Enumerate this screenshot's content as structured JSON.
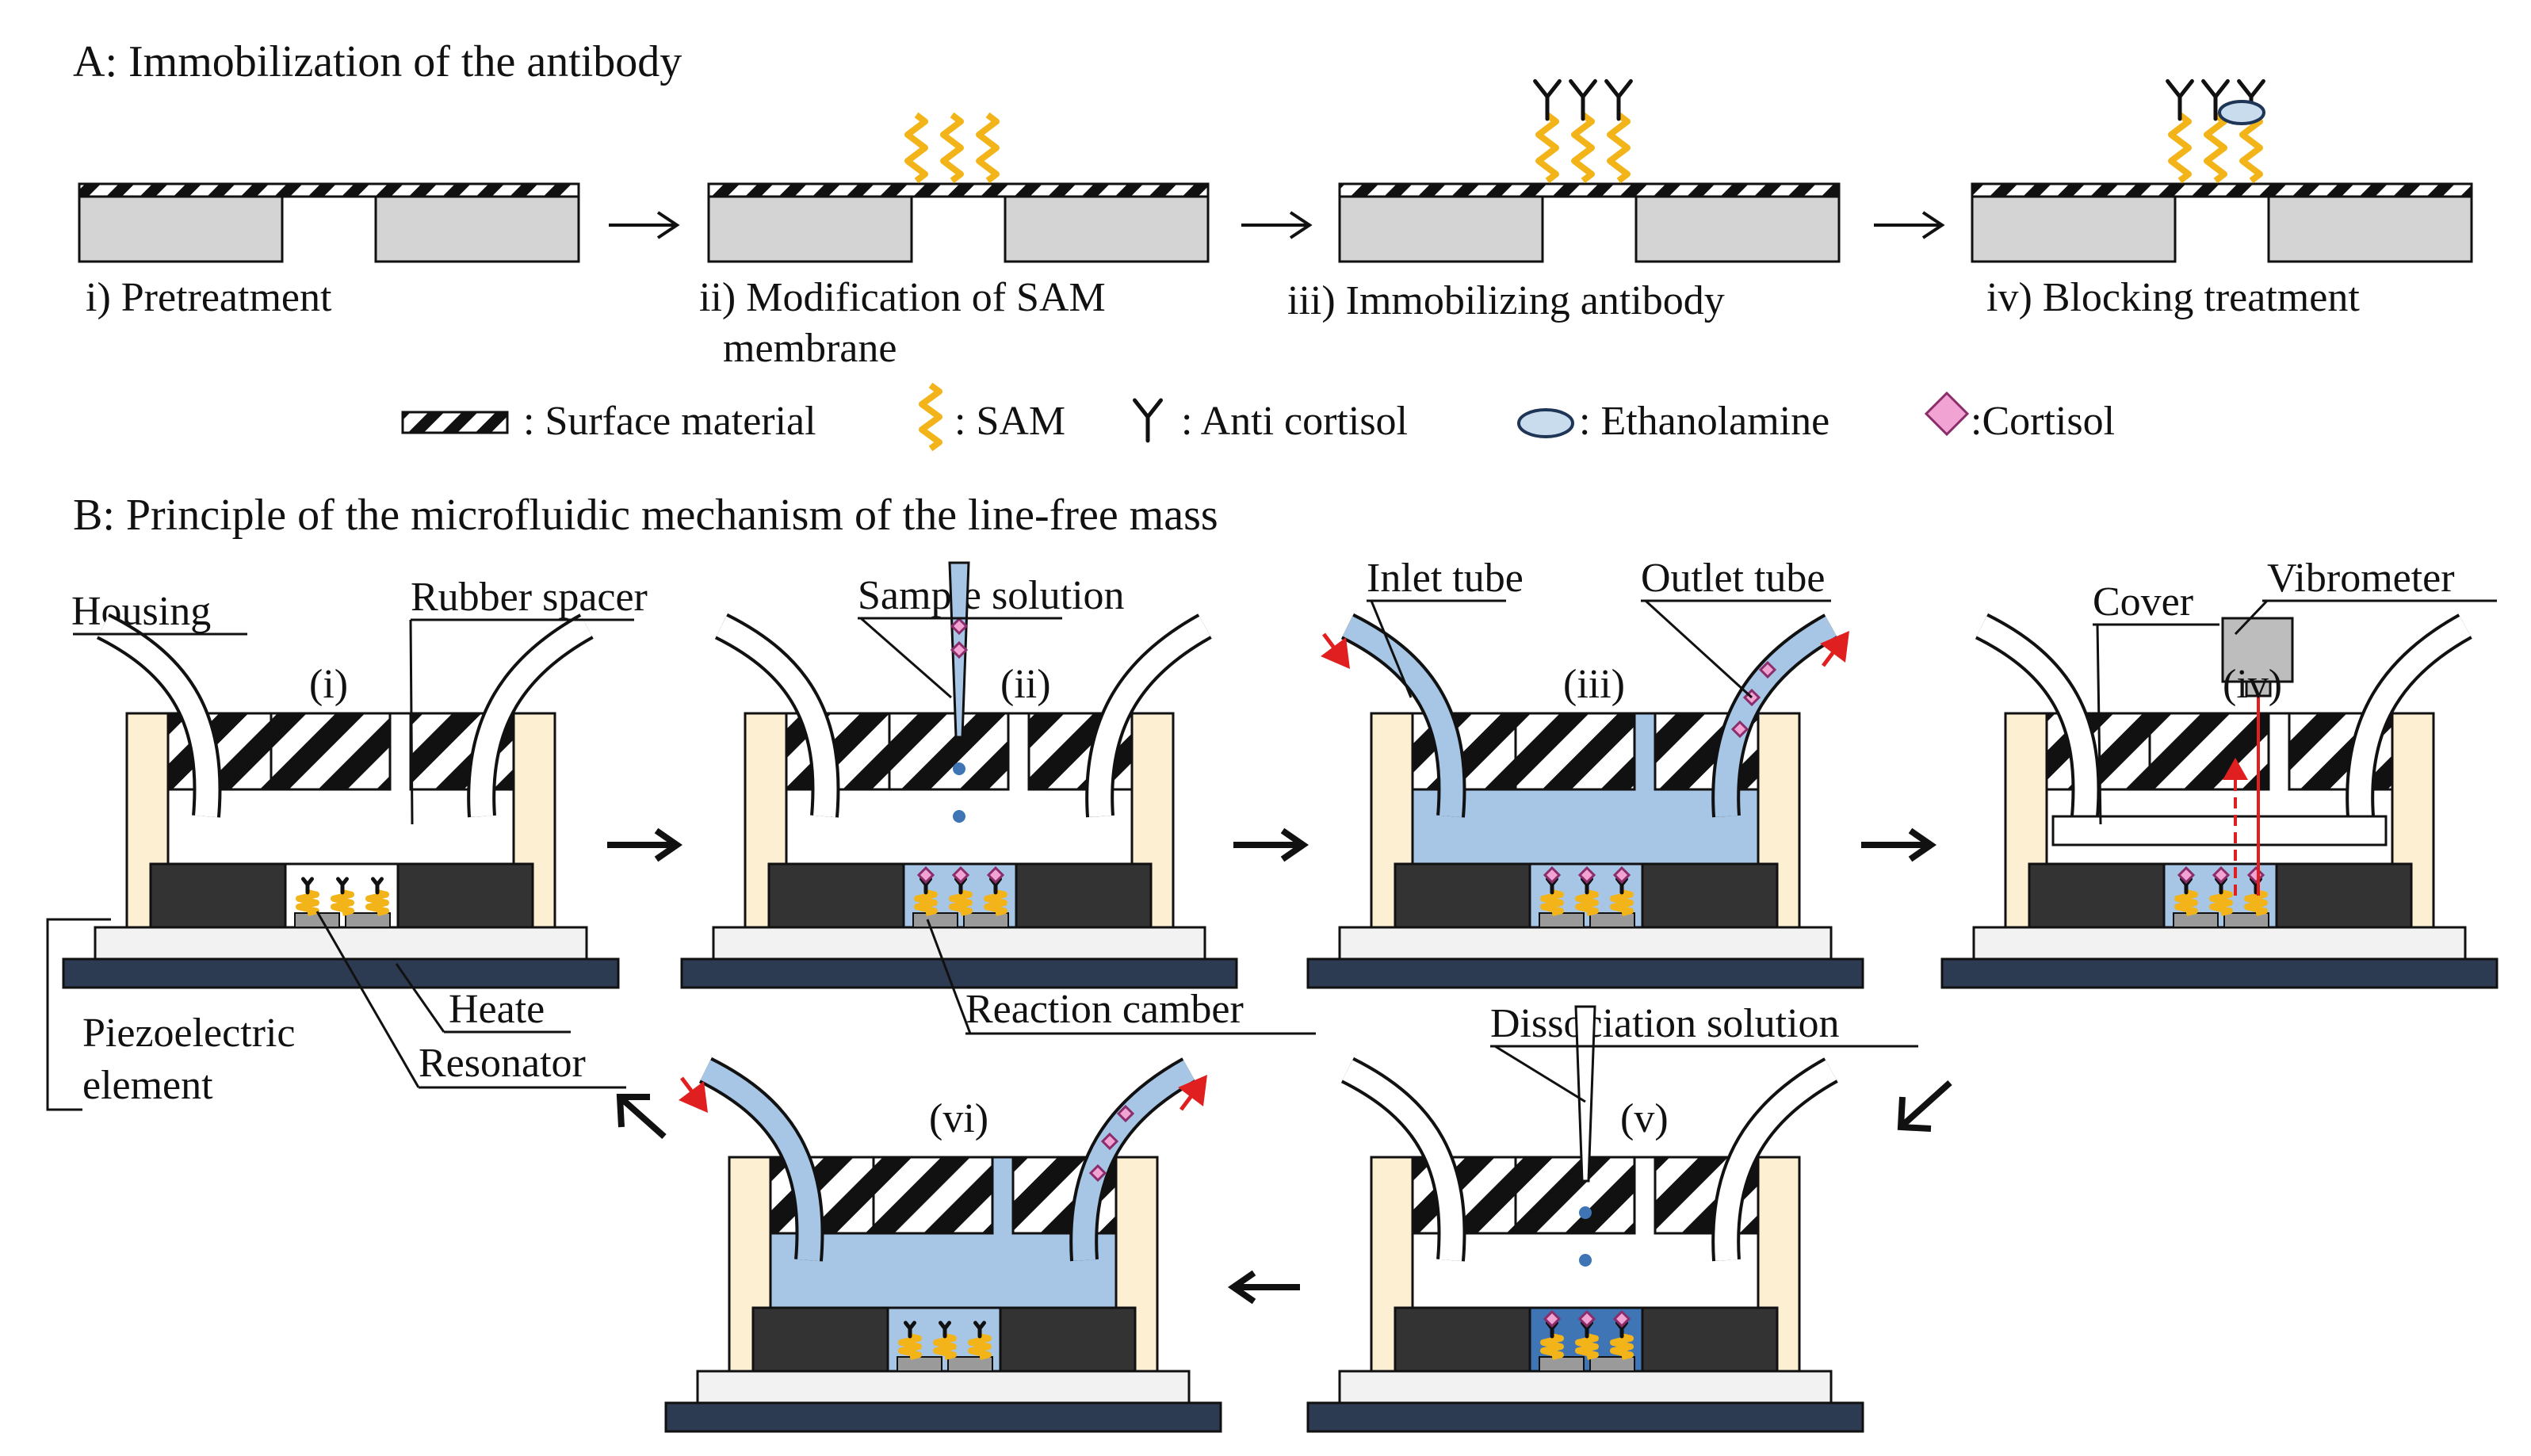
{
  "section_a": {
    "title": "A: Immobilization of the antibody",
    "steps": [
      {
        "label": "i) Pretreatment"
      },
      {
        "label": "ii) Modification of SAM",
        "label2": "membrane"
      },
      {
        "label": "iii) Immobilizing antibody"
      },
      {
        "label": "iv) Blocking treatment"
      }
    ],
    "legend": {
      "surface": ": Surface material",
      "sam": ": SAM",
      "antibody": ": Anti cortisol",
      "ethanolamine": ": Ethanolamine",
      "cortisol": ":Cortisol"
    }
  },
  "section_b": {
    "title": "B: Principle of the microfluidic mechanism of the line-free mass",
    "steps": [
      "(i)",
      "(ii)",
      "(iii)",
      "(iv)",
      "(v)",
      "(vi)"
    ],
    "labels": {
      "housing": "Housing",
      "rubber_spacer": "Rubber spacer",
      "sample_solution": "Sample solution",
      "inlet_tube": "Inlet tube",
      "outlet_tube": "Outlet tube",
      "cover": "Cover",
      "vibrometer": "Vibrometer",
      "piezo1": "Piezoelectric",
      "piezo2": "element",
      "heater": "Heate",
      "resonator": "Resonator",
      "reaction_chamber": "Reaction camber",
      "dissociation_solution": "Dissociation solution"
    }
  },
  "colors": {
    "chip": "#d4d4d4",
    "housing": "#fdf0d2",
    "block": "#333333",
    "base": "#2d3b52",
    "liquid": "#a7c6e6",
    "liquid_dark": "#3f74b5",
    "sam": "#f2b418",
    "cortisol": "#f1a4d4",
    "arrow_red": "#e02020"
  }
}
